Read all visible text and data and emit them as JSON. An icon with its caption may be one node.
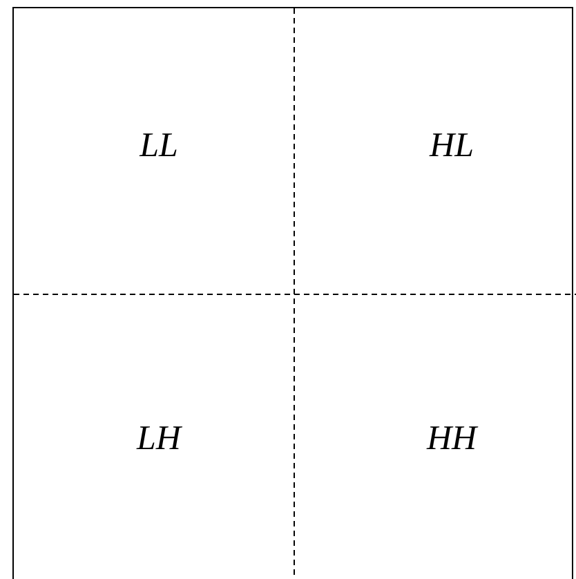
{
  "diagram": {
    "labels": [
      "LL",
      "HL",
      "LH",
      "HH"
    ]
  }
}
